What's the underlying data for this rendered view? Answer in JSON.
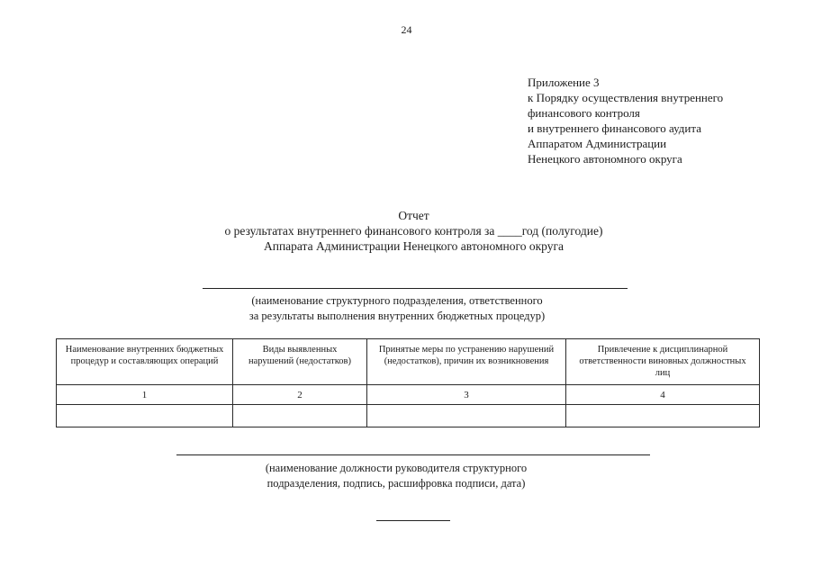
{
  "page": {
    "number": "24"
  },
  "appendix": {
    "lines": [
      "Приложение 3",
      "к Порядку осуществления внутреннего",
      "финансового контроля",
      "и внутреннего финансового аудита",
      "Аппаратом Администрации",
      "Ненецкого автономного округа"
    ]
  },
  "title": {
    "lines": [
      "Отчет",
      "о результатах внутреннего финансового контроля за ____год (полугодие)",
      "Аппарата Администрации Ненецкого автономного округа"
    ]
  },
  "department_caption": {
    "lines": [
      "(наименование структурного подразделения, ответственного",
      "за результаты выполнения внутренних бюджетных процедур)"
    ]
  },
  "table": {
    "headers": [
      "Наименование внутренних бюджетных процедур и составляющих операций",
      "Виды выявленных нарушений (недостатков)",
      "Принятые меры по устранению нарушений (недостатков), причин их возникновения",
      "Привлечение к дисциплинарной ответственности виновных должностных лиц"
    ],
    "number_row": [
      "1",
      "2",
      "3",
      "4"
    ],
    "empty_row": [
      "",
      "",
      "",
      ""
    ]
  },
  "signature_caption": {
    "lines": [
      "(наименование должности руководителя структурного",
      "подразделения, подпись, расшифровка подписи, дата)"
    ]
  },
  "colors": {
    "background": "#ffffff",
    "text": "#1c1c1c",
    "border": "#2a2a2a"
  }
}
